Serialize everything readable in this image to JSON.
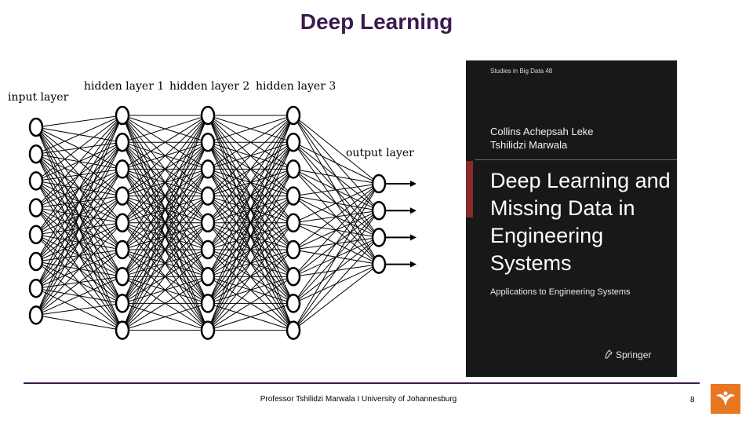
{
  "slide": {
    "title": "Deep Learning",
    "footer": "Professor Tshilidzi Marwala I University of Johannesburg",
    "page_number": "8"
  },
  "diagram": {
    "layers": [
      {
        "label": "input layer",
        "nodes": 8
      },
      {
        "label": "hidden layer 1",
        "nodes": 9
      },
      {
        "label": "hidden layer 2",
        "nodes": 9
      },
      {
        "label": "hidden layer 3",
        "nodes": 9
      },
      {
        "label": "output layer",
        "nodes": 4
      }
    ]
  },
  "book": {
    "series": "Studies in Big Data 48",
    "authors": [
      "Collins Achepsah Leke",
      "Tshilidzi Marwala"
    ],
    "title": "Deep Learning and Missing Data in Engineering Systems",
    "subtitle": "Applications to Engineering Systems",
    "publisher": "Springer",
    "colors": {
      "cover": "#17181a",
      "accent": "#8b2a2a"
    }
  },
  "theme": {
    "title_color": "#3a1a4f",
    "logo_color": "#e87722"
  }
}
